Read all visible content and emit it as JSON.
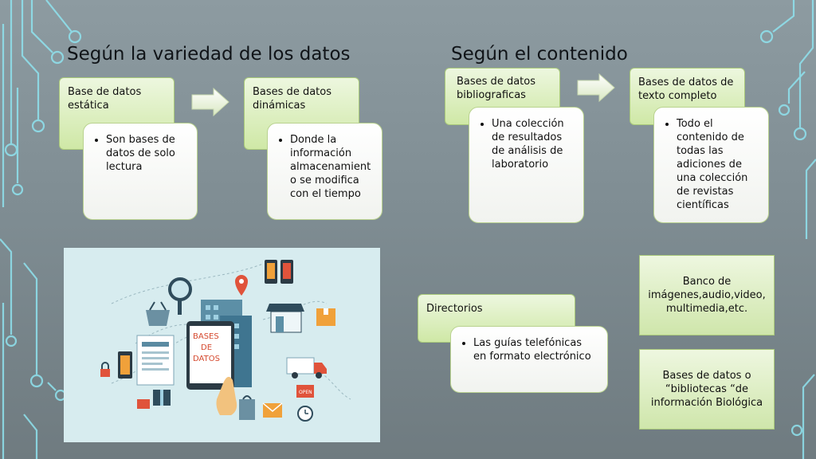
{
  "headings": {
    "left": "Según  la variedad de los datos",
    "right": "Según el contenido"
  },
  "boxes": {
    "estatica": {
      "title": "Base de datos estática",
      "bullet": "Son bases de datos de solo lectura"
    },
    "dinamicas": {
      "title": "Bases de datos dinámicas",
      "bullet": "Donde la información almacenamient o se modifica con el tiempo"
    },
    "bibliograficas": {
      "title": "Bases de datos bibliograficas",
      "bullet": "Una colección de resultados de análisis de laboratorio"
    },
    "texto": {
      "title": "Bases de datos de texto completo",
      "bullet": "Todo el contenido de todas las adiciones de una colección de revistas científicas"
    },
    "directorios": {
      "title": "Directorios",
      "bullet": "Las guías telefónicas en formato electrónico"
    },
    "banco": {
      "text": "Banco de imágenes,audio,video, multimedia,etc."
    },
    "biologica": {
      "text": "Bases de datos o “bibliotecas “de información Biológica"
    }
  },
  "illustration": {
    "tablet_text_1": "BASES",
    "tablet_text_2": "DE",
    "tablet_text_3": "DATOS",
    "sign_text": "OPEN",
    "icon_names": [
      "tablet-icon",
      "magnifier-icon",
      "basket-icon",
      "building-icon",
      "map-pin-icon",
      "phones-icon",
      "store-icon",
      "box-icon",
      "truck-icon",
      "lock-icon",
      "smartphone-icon",
      "gift-icon",
      "wallet-icon",
      "bag-icon",
      "hand-icon",
      "clock-icon",
      "envelope-icon",
      "document-icon"
    ]
  },
  "colors": {
    "background": "#85939a",
    "green_box": "#d6ebb2",
    "circuit": "#8fe3ef",
    "text": "#111111"
  }
}
